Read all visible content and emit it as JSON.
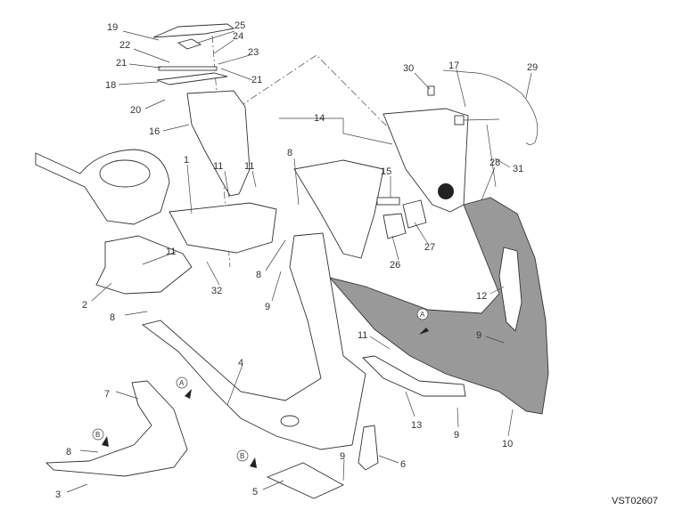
{
  "diagram": {
    "reference_code": "VST02607",
    "callouts": [
      "19",
      "25",
      "24",
      "22",
      "23",
      "21",
      "21",
      "18",
      "20",
      "16",
      "14",
      "30",
      "17",
      "29",
      "15",
      "28",
      "31",
      "27",
      "26",
      "1",
      "11",
      "11",
      "8",
      "11",
      "32",
      "8",
      "9",
      "2",
      "8",
      "12",
      "9",
      "11",
      "4",
      "7",
      "13",
      "9",
      "10",
      "8",
      "6",
      "9",
      "5",
      "3"
    ],
    "view_markers": [
      "A",
      "A",
      "B",
      "B"
    ]
  }
}
